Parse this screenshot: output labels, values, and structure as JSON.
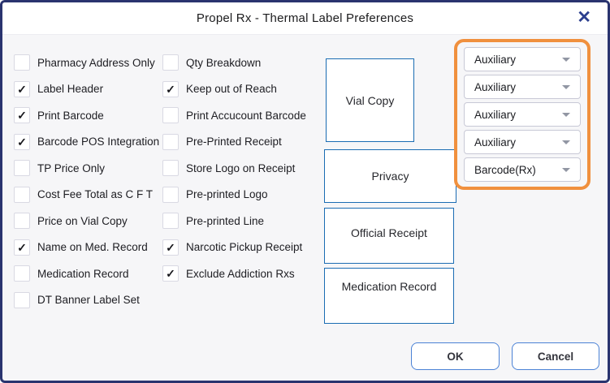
{
  "dialog": {
    "title": "Propel Rx - Thermal Label Preferences"
  },
  "icons": {
    "close": "✕",
    "checkmark": "✓",
    "chevron_down": "▾"
  },
  "checkbox_column_1": [
    {
      "label": "Pharmacy Address Only",
      "checked": false
    },
    {
      "label": "Label Header",
      "checked": true
    },
    {
      "label": "Print Barcode",
      "checked": true
    },
    {
      "label": "Barcode POS Integration",
      "checked": true
    },
    {
      "label": "TP Price Only",
      "checked": false
    },
    {
      "label": "Cost Fee Total as C F T",
      "checked": false
    },
    {
      "label": "Price on Vial Copy",
      "checked": false
    },
    {
      "label": "Name on Med. Record",
      "checked": true
    },
    {
      "label": "Medication Record",
      "checked": false
    },
    {
      "label": "DT Banner Label Set",
      "checked": false
    }
  ],
  "checkbox_column_2": [
    {
      "label": "Qty Breakdown",
      "checked": false
    },
    {
      "label": "Keep out of Reach",
      "checked": true
    },
    {
      "label": "Print Accucount Barcode",
      "checked": false
    },
    {
      "label": "Pre-Printed Receipt",
      "checked": false
    },
    {
      "label": "Store Logo on Receipt",
      "checked": false
    },
    {
      "label": "Pre-printed Logo",
      "checked": false
    },
    {
      "label": "Pre-printed Line",
      "checked": false
    },
    {
      "label": "Narcotic Pickup Receipt",
      "checked": true
    },
    {
      "label": "Exclude Addiction Rxs",
      "checked": true
    }
  ],
  "label_boxes": [
    {
      "label": "Vial Copy"
    },
    {
      "label": "Privacy"
    },
    {
      "label": "Official Receipt"
    },
    {
      "label": "Medication Record"
    }
  ],
  "dropdowns": [
    {
      "value": "Auxiliary"
    },
    {
      "value": "Auxiliary"
    },
    {
      "value": "Auxiliary"
    },
    {
      "value": "Auxiliary"
    },
    {
      "value": "Barcode(Rx)"
    }
  ],
  "buttons": {
    "ok": "OK",
    "cancel": "Cancel"
  },
  "colors": {
    "dialog_border": "#2a346f",
    "highlight_orange": "#f0903e",
    "label_box_border": "#1b6cb3",
    "button_border": "#4b82d6",
    "background": "#f6f6f8",
    "close_icon": "#2c3f8e"
  }
}
